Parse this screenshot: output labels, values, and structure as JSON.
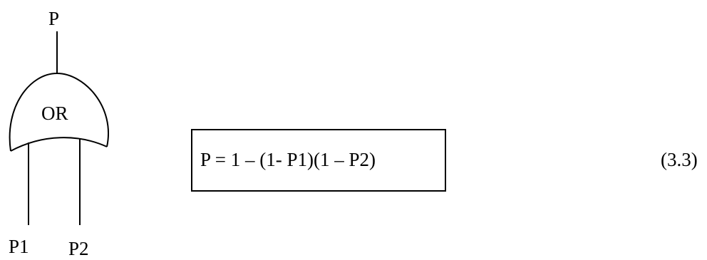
{
  "gate": {
    "type_label": "OR",
    "output_label": "P",
    "input_labels": [
      "P1",
      "P2"
    ]
  },
  "formula": {
    "expression": "P = 1 – (1- P1)(1 – P2)",
    "equation_number": "(3.3)"
  },
  "colors": {
    "ink": "#000000",
    "background": "#ffffff"
  }
}
